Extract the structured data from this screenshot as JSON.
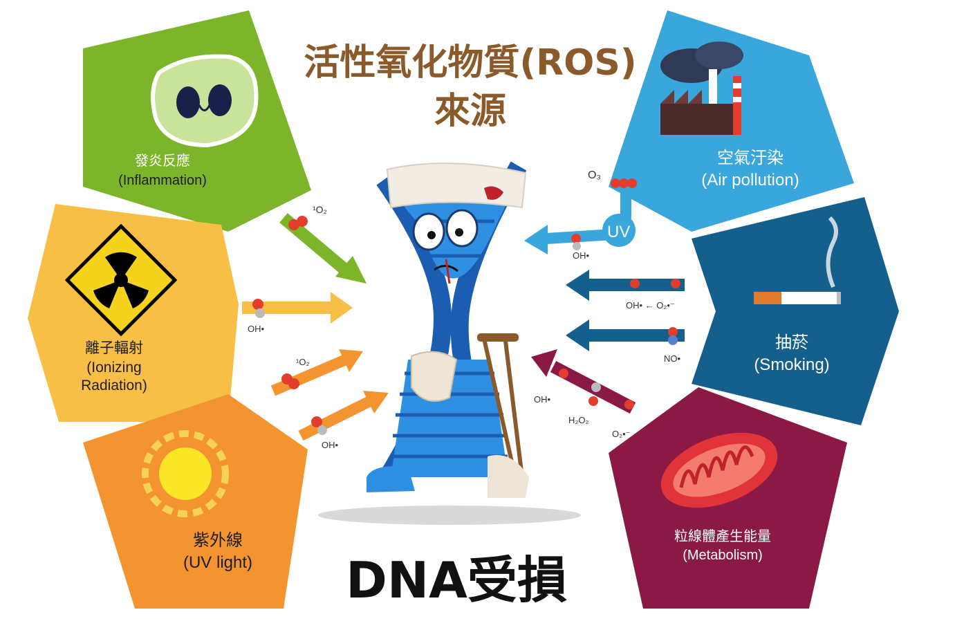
{
  "title": {
    "line1": "活性氧化物質(ROS)",
    "line2": "來源"
  },
  "center_label": "DNA受損",
  "sources": {
    "inflammation": {
      "zh": "發炎反應",
      "en": "(Inflammation)",
      "color": "#7db52a",
      "molecule": "¹O₂"
    },
    "radiation": {
      "zh": "離子輻射",
      "en1": "(Ionizing",
      "en2": "Radiation)",
      "color": "#f7bf45",
      "molecule": "OH•"
    },
    "uv": {
      "zh": "紫外線",
      "en": "(UV light)",
      "color": "#f39431",
      "molecule1": "¹O₂",
      "molecule2": "OH•"
    },
    "air": {
      "zh": "空氣汙染",
      "en": "(Air pollution)",
      "color": "#3aa7dc",
      "molecule1": "O₃",
      "molecule2": "OH•",
      "uv_badge": "UV"
    },
    "smoking": {
      "zh": "抽菸",
      "en": "(Smoking)",
      "color": "#155f8c",
      "molecule1": "OH• ← O₂•⁻",
      "molecule2": "NO•"
    },
    "metabolism": {
      "zh": "粒線體產生能量",
      "en": "(Metabolism)",
      "color": "#8a1a45",
      "molecule1": "OH•",
      "molecule2": "H₂O₂",
      "molecule3": "O₂•⁻"
    }
  }
}
